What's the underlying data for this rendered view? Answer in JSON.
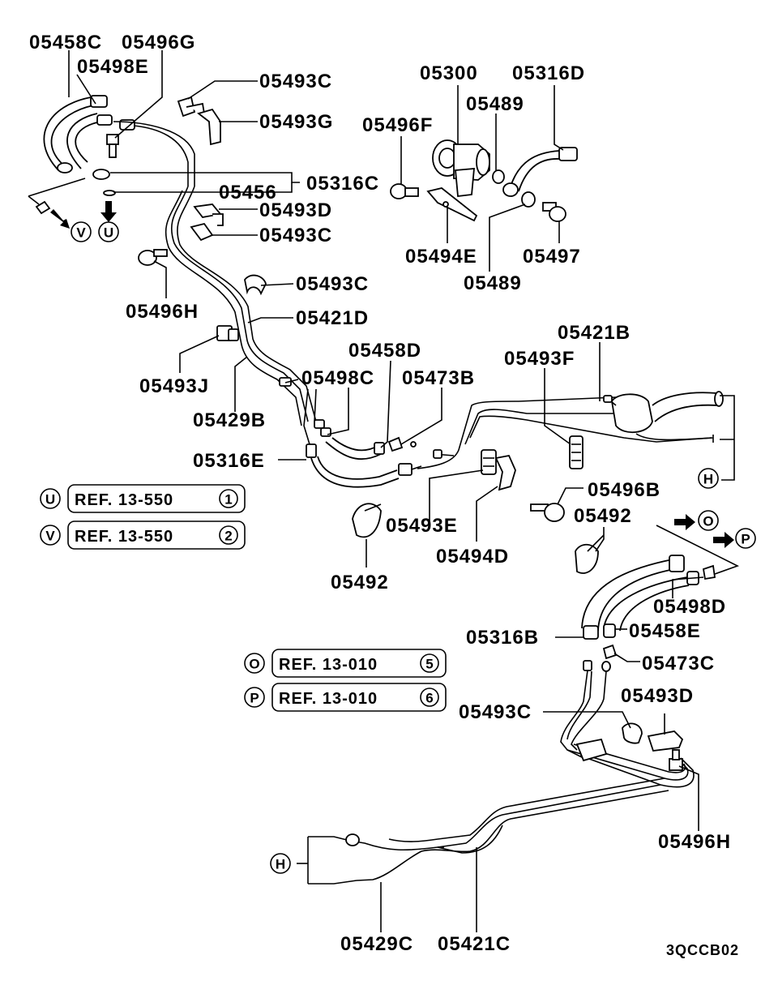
{
  "parts": {
    "p05458C": "05458C",
    "p05496G": "05496G",
    "p05498E": "05498E",
    "p05493C_1": "05493C",
    "p05493G": "05493G",
    "p05316C": "05316C",
    "p05456": "05456",
    "p05493D_1": "05493D",
    "p05493C_2": "05493C",
    "p05496H_1": "05496H",
    "p05493C_3": "05493C",
    "p05421D": "05421D",
    "p05493J": "05493J",
    "p05429B": "05429B",
    "p05316E": "05316E",
    "p05300": "05300",
    "p05316D": "05316D",
    "p05489_1": "05489",
    "p05496F": "05496F",
    "p05494E": "05494E",
    "p05497": "05497",
    "p05489_2": "05489",
    "p05458D": "05458D",
    "p05498C": "05498C",
    "p05473B": "05473B",
    "p05421B": "05421B",
    "p05493F": "05493F",
    "p05496B": "05496B",
    "p05492_1": "05492",
    "p05493E": "05493E",
    "p05494D": "05494D",
    "p05492_2": "05492",
    "p05498D": "05498D",
    "p05316B": "05316B",
    "p05458E": "05458E",
    "p05473C": "05473C",
    "p05493C_4": "05493C",
    "p05493D_2": "05493D",
    "p05496H_2": "05496H",
    "p05429C": "05429C",
    "p05421C": "05421C"
  },
  "markers": {
    "V": "V",
    "U": "U",
    "O": "O",
    "P": "P",
    "H": "H"
  },
  "refs": [
    {
      "marker": "U",
      "text": "REF. 13-550",
      "num": "1"
    },
    {
      "marker": "V",
      "text": "REF. 13-550",
      "num": "2"
    },
    {
      "marker": "O",
      "text": "REF. 13-010",
      "num": "5"
    },
    {
      "marker": "P",
      "text": "REF. 13-010",
      "num": "6"
    }
  ],
  "diagram_code": "3QCCB02"
}
